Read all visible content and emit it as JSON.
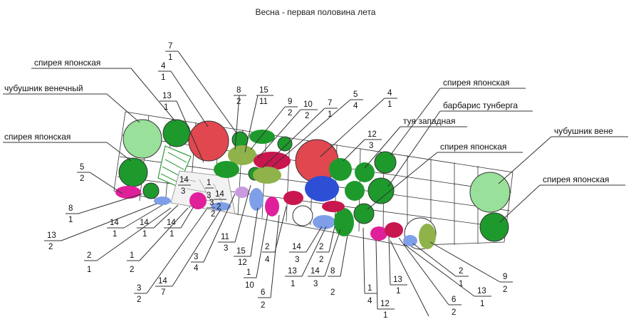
{
  "title": "Весна - первая половина лета",
  "plant_labels": {
    "spiraea_1": "спирея японская",
    "philadelphus_1": "чубушник венечный",
    "spiraea_2": "спирея японская",
    "spiraea_3": "спирея японская",
    "berberis": "барбарис тунберга",
    "thuja": "туя западная",
    "spiraea_4": "спирея японская",
    "philadelphus_2": "чубушник вене",
    "spiraea_5": "спирея японская"
  },
  "fractions": [
    {
      "id": "f1",
      "n": "7",
      "d": "1"
    },
    {
      "id": "f2",
      "n": "4",
      "d": "1"
    },
    {
      "id": "f3",
      "n": "13",
      "d": "1"
    },
    {
      "id": "f4",
      "n": "8",
      "d": "2"
    },
    {
      "id": "f5",
      "n": "15",
      "d": "11"
    },
    {
      "id": "f6",
      "n": "9",
      "d": "2"
    },
    {
      "id": "f7",
      "n": "10",
      "d": "2"
    },
    {
      "id": "f8",
      "n": "7",
      "d": "1"
    },
    {
      "id": "f9",
      "n": "5",
      "d": "4"
    },
    {
      "id": "f10",
      "n": "4",
      "d": "1"
    },
    {
      "id": "f11",
      "n": "12",
      "d": "3"
    },
    {
      "id": "f12",
      "n": "5",
      "d": "2"
    },
    {
      "id": "f13",
      "n": "8",
      "d": "1"
    },
    {
      "id": "f14",
      "n": "13",
      "d": "2"
    },
    {
      "id": "f15",
      "n": "14",
      "d": "1"
    },
    {
      "id": "f16",
      "n": "14",
      "d": "1"
    },
    {
      "id": "f17",
      "n": "14",
      "d": "1"
    },
    {
      "id": "f18",
      "n": "2",
      "d": "1"
    },
    {
      "id": "f19",
      "n": "1",
      "d": "2"
    },
    {
      "id": "f20",
      "n": "3",
      "d": "2"
    },
    {
      "id": "f21",
      "n": "14",
      "d": "7"
    },
    {
      "id": "f22",
      "n": "3",
      "d": "4"
    },
    {
      "id": "f23",
      "n": "11",
      "d": "3"
    },
    {
      "id": "f24",
      "n": "15",
      "d": "12"
    },
    {
      "id": "f25",
      "n": "1",
      "d": "10"
    },
    {
      "id": "f26",
      "n": "6",
      "d": "2"
    },
    {
      "id": "f27",
      "n": "2",
      "d": "4"
    },
    {
      "id": "f28",
      "n": "14",
      "d": "3"
    },
    {
      "id": "f29",
      "n": "2",
      "d": "2"
    },
    {
      "id": "f30",
      "n": "13",
      "d": "1"
    },
    {
      "id": "f31",
      "n": "14",
      "d": "3"
    },
    {
      "id": "f32",
      "n": "8",
      "d": "2"
    },
    {
      "id": "f33",
      "n": "1",
      "d": "4"
    },
    {
      "id": "f34",
      "n": "12",
      "d": "1"
    },
    {
      "id": "f35",
      "n": "13",
      "d": "1"
    },
    {
      "id": "f36",
      "n": "6",
      "d": "2"
    },
    {
      "id": "f37",
      "n": "2",
      "d": "1"
    },
    {
      "id": "f38",
      "n": "13",
      "d": "1"
    },
    {
      "id": "f39",
      "n": "9",
      "d": "2"
    }
  ],
  "plan_fractions": [
    {
      "id": "p1",
      "n": "14",
      "d": "3"
    },
    {
      "id": "p2",
      "n": "1",
      "d": "3"
    },
    {
      "id": "p3",
      "n": "3",
      "d": "2"
    },
    {
      "id": "p4",
      "n": "14",
      "d": "2"
    }
  ],
  "colors": {
    "light_green": "#99e09a",
    "dark_green": "#1e9a2c",
    "mid_green": "#4caf50",
    "olive": "#8fb34a",
    "red": "#e0474f",
    "crimson": "#c8174f",
    "magenta": "#e0209a",
    "blue": "#2d4fd6",
    "light_blue": "#7f9fe8",
    "lilac": "#c99ae0",
    "orange": "#f0a040"
  }
}
